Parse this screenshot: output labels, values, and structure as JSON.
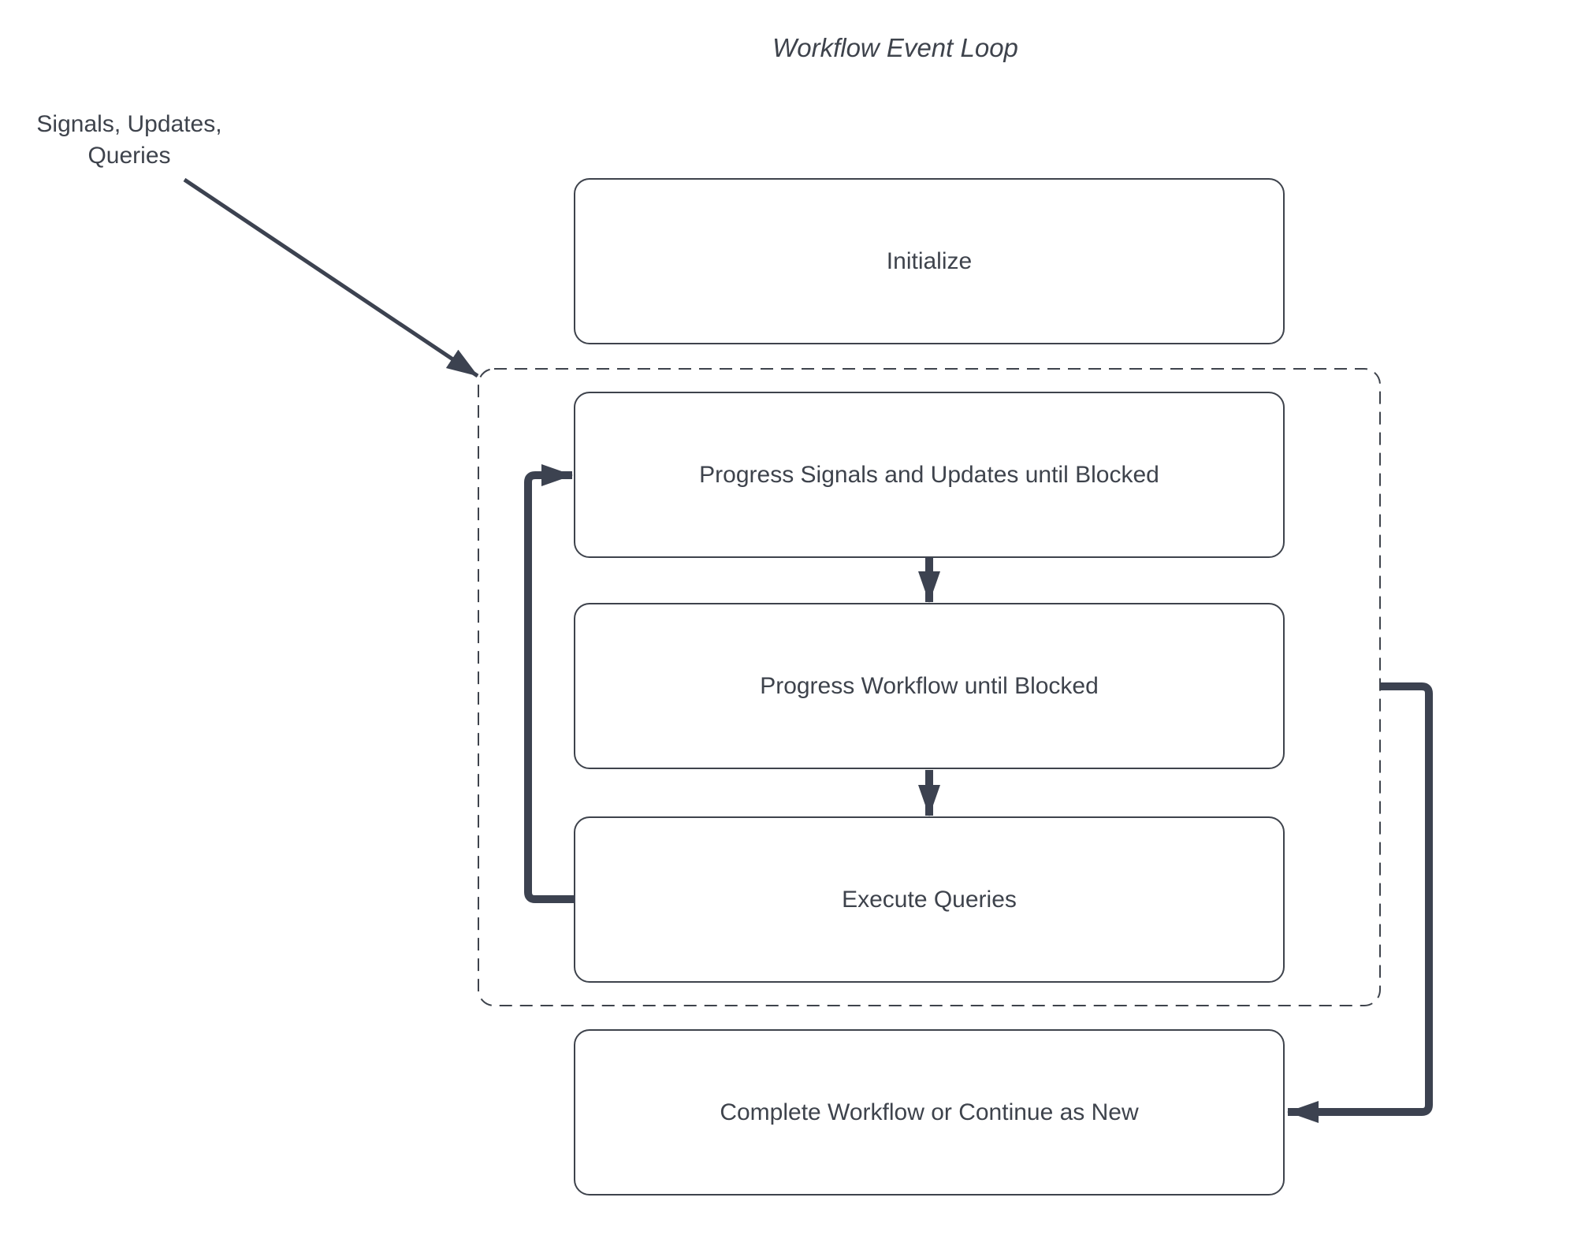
{
  "title": "Workflow Event Loop",
  "annotation": "Signals, Updates,\nQueries",
  "nodes": {
    "initialize": "Initialize",
    "progress_signals": "Progress Signals and Updates until Blocked",
    "progress_workflow": "Progress Workflow until Blocked",
    "execute_queries": "Execute Queries",
    "complete": "Complete Workflow or Continue as New"
  },
  "edges": [
    {
      "from": "signals-updates-queries-annotation",
      "to": "event-loop-group",
      "style": "thin-diagonal-arrow"
    },
    {
      "from": "progress-signals",
      "to": "progress-workflow",
      "style": "down-arrow"
    },
    {
      "from": "progress-workflow",
      "to": "execute-queries",
      "style": "down-arrow"
    },
    {
      "from": "execute-queries",
      "to": "progress-signals",
      "style": "thick-elbow-arrow-left"
    },
    {
      "from": "event-loop-group",
      "to": "complete",
      "style": "thick-elbow-arrow-right"
    }
  ],
  "colors": {
    "line": "#3c4250",
    "border": "#3e434c",
    "text": "#3e434c",
    "bg": "#ffffff"
  }
}
